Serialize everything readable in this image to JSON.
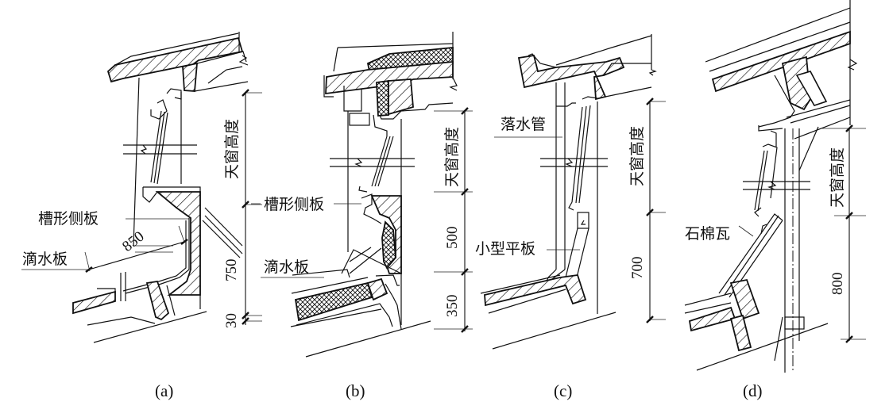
{
  "figure": {
    "panels": [
      {
        "id": "a",
        "caption": "(a)",
        "labels": {
          "side_panel": "槽形侧板",
          "drip_board": "滴水板"
        },
        "dimensions": {
          "height_label": "天窗高度",
          "d1": "750",
          "d2": "30",
          "slant": "850"
        }
      },
      {
        "id": "b",
        "caption": "(b)",
        "labels": {
          "side_panel": "槽形侧板",
          "drip_board": "滴水板"
        },
        "dimensions": {
          "height_label": "天窗高度",
          "d1": "500",
          "d2": "350"
        }
      },
      {
        "id": "c",
        "caption": "(c)",
        "labels": {
          "downpipe": "落水管",
          "small_slab": "小型平板"
        },
        "dimensions": {
          "height_label": "天窗高度",
          "d1": "700"
        }
      },
      {
        "id": "d",
        "caption": "(d)",
        "labels": {
          "asbestos_tile": "石棉瓦"
        },
        "dimensions": {
          "height_label": "天窗高度",
          "d1": "800"
        }
      }
    ]
  }
}
